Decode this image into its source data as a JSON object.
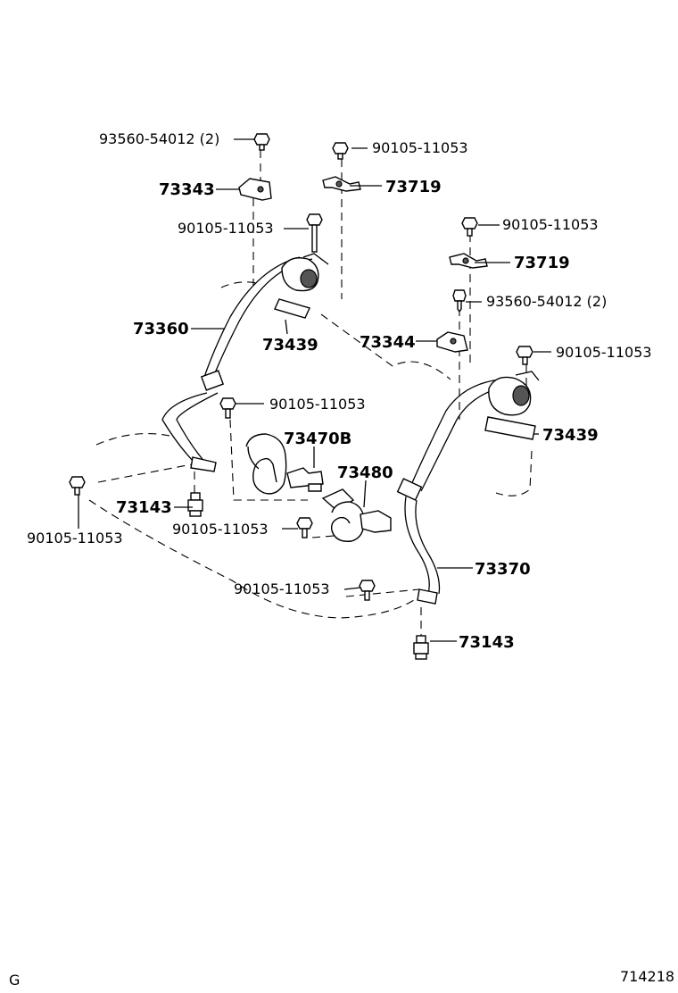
{
  "labels": {
    "l1": "93560-54012 (2)",
    "l2": "73343",
    "l3": "90105-11053",
    "l4": "73719",
    "l5": "90105-11053",
    "l6": "90105-11053",
    "l7": "73719",
    "l8": "93560-54012 (2)",
    "l9": "73360",
    "l10": "73439",
    "l11": "73344",
    "l12": "90105-11053",
    "l13": "90105-11053",
    "l14": "73470B",
    "l15": "73439",
    "l16": "73480",
    "l17": "73143",
    "l18": "90105-11053",
    "l19": "90105-11053",
    "l20": "73370",
    "l21": "90105-11053",
    "l22": "73143"
  },
  "corner": {
    "left": "G",
    "right": "714218"
  }
}
